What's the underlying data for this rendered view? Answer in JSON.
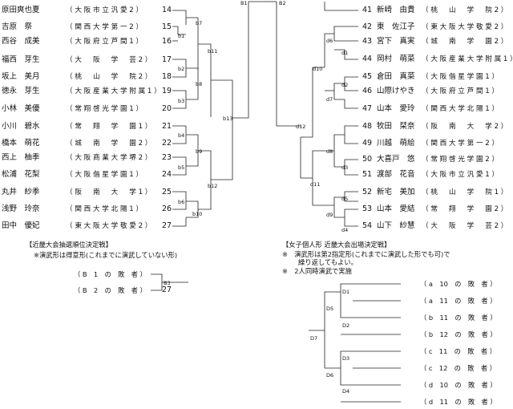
{
  "left_entries": [
    {
      "name": "原田爽也夏",
      "school": "（ 大 阪 市 立 汎 愛 2 ）",
      "num": "14"
    },
    {
      "name": "吉原　祭",
      "school": "（ 関 西 大 学 第 一 2 ）",
      "num": "15"
    },
    {
      "name": "西谷　成美",
      "school": "（ 大 阪 府 立 芦 間 1 ）",
      "num": "16"
    },
    {
      "name": "福西　芽生",
      "school": "（ 大 　 阪 　 学 　 芸 2 ）",
      "num": "17"
    },
    {
      "name": "坂上　美月",
      "school": "（ 桃 　 山 　 学 　 院 2 ）",
      "num": "18"
    },
    {
      "name": "徳永　芽生",
      "school": "（ 大 阪 産 業 大 学 附 属 1 ）",
      "num": "19"
    },
    {
      "name": "小林　美優",
      "school": "（ 常 翔 啓 光 学 園 1 ）",
      "num": "20"
    },
    {
      "name": "小川　碧水",
      "school": "（ 常 　 翔 　 学 　 園 1 ）",
      "num": "21"
    },
    {
      "name": "橋本　萌花",
      "school": "（ 城 　 南 　 学 　 園 2 ）",
      "num": "22"
    },
    {
      "name": "西上　柚季",
      "school": "（ 大 阪 商 業 大 学 堺 2 ）",
      "num": "23"
    },
    {
      "name": "松浦　花梨",
      "school": "（ 大 阪 偕 星 学 園 1 ）",
      "num": "24"
    },
    {
      "name": "丸井　紗季",
      "school": "（ 阪 　 南 　 大 　 学 1 ）",
      "num": "25"
    },
    {
      "name": "浅野　玲奈",
      "school": "（ 関 西 大 学 北 陽 1 ）",
      "num": "26"
    },
    {
      "name": "田中　優妃",
      "school": "（ 東 大 阪 大 学 敬 愛 2 ）",
      "num": "27"
    }
  ],
  "right_entries": [
    {
      "num": "41",
      "name": "新崎　由貴",
      "school": "（ 桃 　 山 　 学 　 院 2 ）"
    },
    {
      "num": "42",
      "name": "東　佐江子",
      "school": "（ 東 大 阪 大 学 敬 愛 2 ）"
    },
    {
      "num": "43",
      "name": "宮下　真実",
      "school": "（ 城 　 南 　 学 　 園 2 ）"
    },
    {
      "num": "44",
      "name": "岡村　萌菜",
      "school": "（ 大 阪 産 業 大 学 附 属 1 ）"
    },
    {
      "num": "45",
      "name": "倉田　真菜",
      "school": "（ 大 阪 偕 星 学 園 1 ）"
    },
    {
      "num": "46",
      "name": "山際けやき",
      "school": "（ 大 阪 府 立 芦 間 1 ）"
    },
    {
      "num": "47",
      "name": "山本　愛玲",
      "school": "（ 関 西 大 学 北 陽 1 ）"
    },
    {
      "num": "48",
      "name": "牧田　栞奈",
      "school": "（ 阪 　 南 　 大 　 学 2 ）"
    },
    {
      "num": "49",
      "name": "川越　萌絵",
      "school": "（ 関 西 大 学 第 一 2 ）"
    },
    {
      "num": "50",
      "name": "大喜戸　悠",
      "school": "（ 常 翔 啓 光 学 園 2 ）"
    },
    {
      "num": "51",
      "name": "渡部　花音",
      "school": "（ 大 阪 市 立 汎 愛 1 ）"
    },
    {
      "num": "52",
      "name": "新宅　美加",
      "school": "（ 桃 　 山 　 学 　 院 1 ）"
    },
    {
      "num": "53",
      "name": "山本　愛結",
      "school": "（ 常 　 翔 　 学 　 園 2 ）"
    },
    {
      "num": "54",
      "name": "山下　紗慧",
      "school": "（ 大 　 阪 　 学 　 芸 2 ）"
    }
  ],
  "bracket_labels": {
    "b1": "b1",
    "b2": "b2",
    "b3": "b3",
    "b4": "b4",
    "b5": "b5",
    "b6": "b6",
    "b7": "b7",
    "b8": "b8",
    "b9": "b9",
    "b10": "b10",
    "b11": "b11",
    "b12": "b12",
    "b13": "b13",
    "B1": "B1",
    "B2": "B2",
    "d1": "d1",
    "d2": "d2",
    "d3": "d3",
    "d4": "d4",
    "d5": "d5",
    "d6": "d6",
    "d7": "d7",
    "d8": "d8",
    "d9": "d9",
    "d10": "d10",
    "d11": "d11",
    "d12": "d12"
  },
  "kinki_section": {
    "title": "【近畿大会抽選順位決定戦】",
    "note": "※演武形は得意形(これまでに演武していない形)",
    "entries": [
      "（ B　1　の　敗　者 ）",
      "（ B　2　の　敗　者 ）"
    ],
    "result_label": "B3",
    "num": "27"
  },
  "women_section": {
    "title": "【女子個人形 近畿大会出場決定戦】",
    "note1": "※　演武形は第2指定形(これまでに演武した形でも可)で",
    "note1b": "繰り返してもよい。",
    "note2": "※　2人同時演武で実施",
    "labels": {
      "D1": "D1",
      "D2": "D2",
      "D3": "D3",
      "D4": "D4",
      "D5": "D5",
      "D6": "D6",
      "D7": "D7"
    },
    "losers": [
      "（ a　10　の　敗　者 ）",
      "（ a　11　の　敗　者 ）",
      "（ b　11　の　敗　者 ）",
      "（ b　12　の　敗　者 ）",
      "（ c　11　の　敗　者 ）",
      "（ c　12　の　敗　者 ）",
      "（ d　10　の　敗　者 ）",
      "（ d　11　の　敗　者 ）"
    ]
  }
}
